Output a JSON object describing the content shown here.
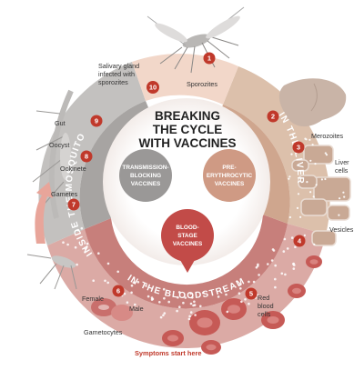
{
  "title_lines": [
    "BREAKING",
    "THE CYCLE",
    "WITH VACCINES"
  ],
  "ring_sections": {
    "liver": "IN THE LIVER",
    "bloodstream": "IN THE BLOODSTREAM",
    "mosquito": "INSIDE THE MOSQUITO"
  },
  "vaccines": {
    "transmission": [
      "TRANSMISSION-",
      "BLOCKING",
      "VACCINES"
    ],
    "pre_erythrocytic": [
      "PRE-",
      "ERYTHROCYTIC",
      "VACCINES"
    ],
    "blood_stage": [
      "BLOOD-",
      "STAGE",
      "VACCINES"
    ]
  },
  "labels": {
    "salivary_gland": [
      "Salivary gland",
      "infected with",
      "sporozites"
    ],
    "sporozites": "Sporozites",
    "merozoites": "Merozoites",
    "liver_cells": [
      "Liver",
      "cells"
    ],
    "vesicles": "Vesicles",
    "red_blood_cells": [
      "Red",
      "blood",
      "cells"
    ],
    "female": "Female",
    "male": "Male",
    "gametocytes": "Gametocytes",
    "gametes": "Gametes",
    "ookinete": "Ookinete",
    "oocyst": "Oocyst",
    "gut": "Gut",
    "symptoms": "Symptoms start here"
  },
  "step_numbers": [
    "1",
    "2",
    "3",
    "4",
    "5",
    "6",
    "7",
    "8",
    "9",
    "10"
  ],
  "colors": {
    "step_marker": "#c0392b",
    "bloodstream": "#d9a09b",
    "liver": "#dcc0ab",
    "mosquito": "#b3b1b0",
    "transmission_bubble": "#9a9897",
    "pre_erythrocytic_bubble": "#cf9a84",
    "blood_stage_bubble": "#c24b48"
  }
}
